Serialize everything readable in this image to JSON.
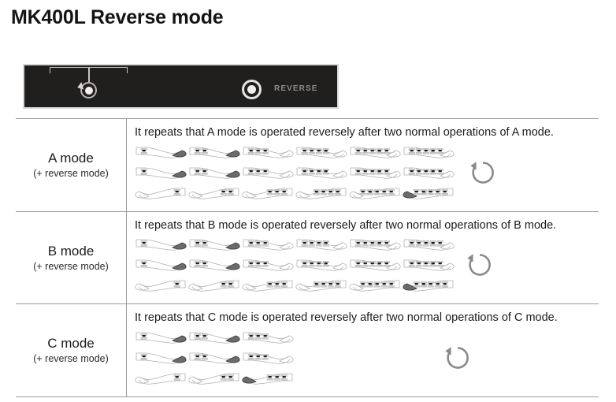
{
  "page": {
    "title": "MK400L Reverse mode"
  },
  "control_panel": {
    "reverse_label": "REVERSE",
    "indicators": [
      {
        "name": "cycle-indicator",
        "state": "on"
      },
      {
        "name": "reverse-indicator",
        "state": "on"
      }
    ],
    "panel_color": "#211e1e",
    "label_color": "#8e8b88"
  },
  "table": {
    "rows": [
      {
        "mode_name": "A mode",
        "mode_sub": "(+ reverse mode)",
        "description": "It repeats that A mode is operated reversely after two normal operations of A mode.",
        "diagram_columns": 6,
        "diagram_rows": 3,
        "has_reverse_icon": true
      },
      {
        "mode_name": "B mode",
        "mode_sub": "(+ reverse mode)",
        "description": "It repeats that B mode is operated reversely after two normal operations of B mode.",
        "diagram_columns": 6,
        "diagram_rows": 3,
        "has_reverse_icon": true
      },
      {
        "mode_name": "C mode",
        "mode_sub": "(+ reverse mode)",
        "description": "It repeats that C mode is operated reversely after two normal operations of C mode.",
        "diagram_columns": 3,
        "diagram_rows": 3,
        "has_reverse_icon": true
      }
    ]
  },
  "icons": {
    "reverse_cycle": "circular-arrow-counterclockwise",
    "leg_diagram": "leg-compression-cuff"
  },
  "colors": {
    "border": "#9a9a9a",
    "text": "#1c1c1c",
    "icon_gray": "#8a8a8a",
    "panel_bg": "#211e1e"
  }
}
